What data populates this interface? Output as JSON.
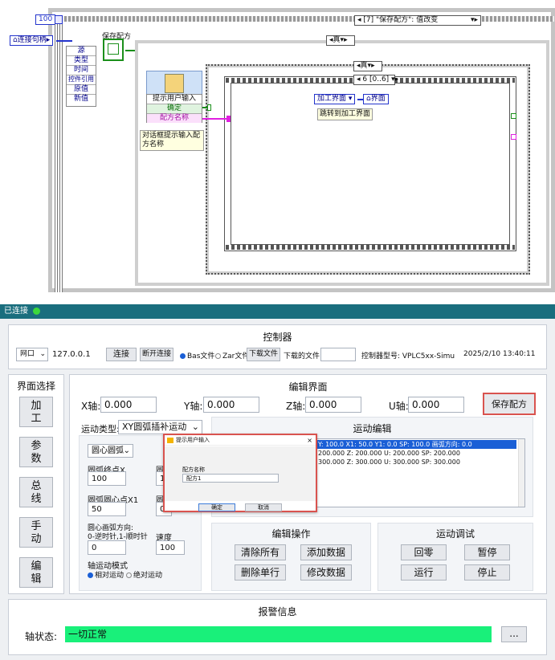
{
  "diagram": {
    "numeric_const": "100",
    "top_case_label": "[7] \"保存配方\": 值改变",
    "conn_handle_label": "连接句柄",
    "event_data": [
      "源",
      "类型",
      "时间",
      "控件引用",
      "原值",
      "新值"
    ],
    "save_recipe_label": "保存配方",
    "true_label_outer": "真",
    "true_label_inner": "真",
    "sequence_label": "6 [0..6]",
    "prompt_label": "提示用户输入",
    "prompt_ok": "确定",
    "prompt_name": "配方名称",
    "note_text": "对话框提示输入配方名称",
    "machining_ui": "加工界面",
    "ui_label": "界面",
    "jump_text": "跳转到加工界面"
  },
  "titlebar": {
    "connected": "已连接"
  },
  "controller": {
    "title": "控制器",
    "port_label": "网口",
    "ip": "127.0.0.1",
    "connect": "连接",
    "disconnect": "断开连接",
    "bas_file": "Bas文件",
    "zar_file": "Zar文件",
    "download_file": "下载文件",
    "downloaded_label": "下载的文件:",
    "model": "控制器型号: VPLC5xx-Simu",
    "datetime": "2025/2/10 13:40:11"
  },
  "nav": {
    "title": "界面选择",
    "items": [
      {
        "line1": "加",
        "line2": "工"
      },
      {
        "line1": "参",
        "line2": "数"
      },
      {
        "line1": "总",
        "line2": "线"
      },
      {
        "line1": "手",
        "line2": "动"
      },
      {
        "line1": "编",
        "line2": "辑"
      }
    ]
  },
  "editor": {
    "title": "编辑界面",
    "x_label": "X轴:",
    "x_value": "0.000",
    "y_label": "Y轴:",
    "y_value": "0.000",
    "z_label": "Z轴:",
    "z_value": "0.000",
    "u_label": "U轴:",
    "u_value": "0.000",
    "save_recipe": "保存配方",
    "motion_type_label": "运动类型:",
    "motion_type_value": "XY圆弧插补运动",
    "arc_mode": "圆心圆弧",
    "arc_end_x_label": "圆弧终点X",
    "arc_end_x_value": "100",
    "hidden_field_value_1": "10",
    "arc_center_x_label": "圆弧圆心点X1",
    "arc_center_x_value": "50",
    "hidden_field_value_2": "0",
    "arc_dir_label_1": "圆心画弧方向:",
    "arc_dir_label_2": "0-逆时针,1-顺时针",
    "arc_dir_value": "0",
    "speed_label": "速度",
    "speed_value": "100",
    "axis_mode_label": "轴运动模式",
    "relative": "相对运动",
    "absolute": "绝对运动",
    "motion_edit_title": "运动编辑",
    "motion_rows": [
      "Y: 100.0  X1: 50.0  Y1: 0.0   SP: 100.0   画弧方向: 0.0",
      "200.000  Z: 200.000  U: 200.000  SP: 200.000",
      "300.000  Z: 300.000  U: 300.000  SP: 300.000"
    ],
    "edit_ops_title": "编辑操作",
    "clear_all": "清除所有",
    "add_data": "添加数据",
    "delete_row": "删除单行",
    "modify_data": "修改数据",
    "debug_title": "运动调试",
    "home": "回零",
    "pause": "暂停",
    "run": "运行",
    "stop": "停止"
  },
  "dialog": {
    "title": "提示用户输入",
    "field_label": "配方名称",
    "field_value": "配方1",
    "ok": "确定",
    "cancel": "取消"
  },
  "alarm": {
    "title": "报警信息",
    "axis_status_label": "轴状态:",
    "axis_status_value": "一切正常",
    "more": "..."
  },
  "colors": {
    "accent_red": "#d9534f",
    "status_green": "#19f07a",
    "titlebar": "#1a6e7e",
    "selection_blue": "#1a5fd6"
  }
}
